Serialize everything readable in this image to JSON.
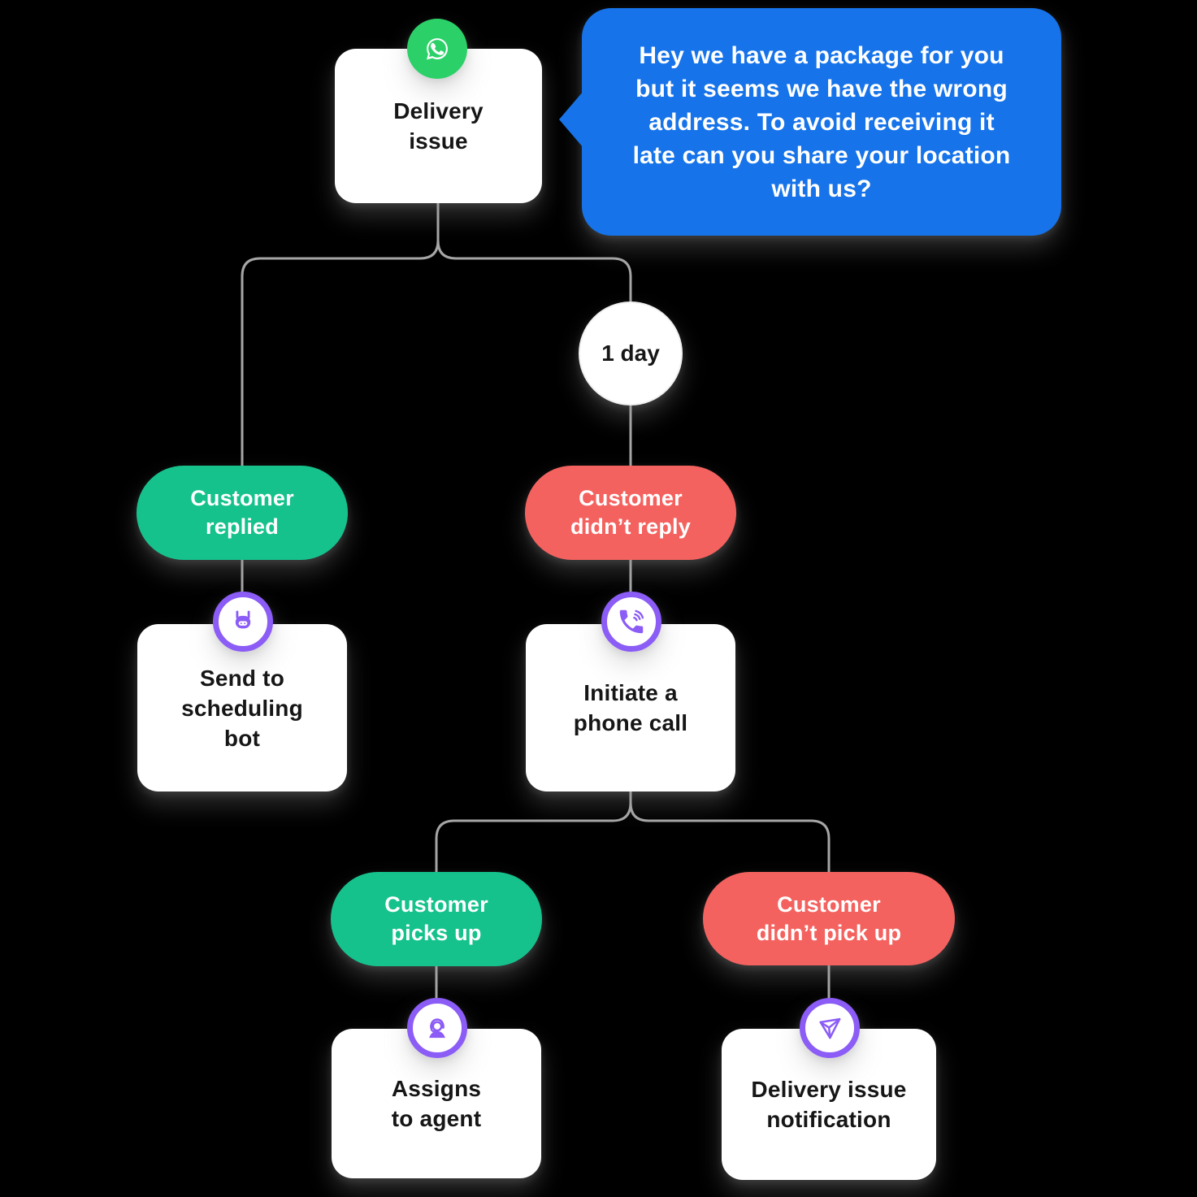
{
  "colors": {
    "background": "#000000",
    "bubble_blue": "#1673E9",
    "success_green": "#16C28C",
    "fail_red": "#F4625F",
    "whatsapp_green": "#2BD168",
    "icon_purple": "#8B5CF6",
    "connector_gray": "#A6A6A6",
    "card_white": "#FFFFFF",
    "text_dark": "#161616"
  },
  "diagram": {
    "root": {
      "label": "Delivery\nissue",
      "icon": "whatsapp-icon"
    },
    "message_bubble": {
      "text": "Hey we have a package for you\nbut it seems we have the wrong\naddress. To avoid receiving it\nlate can you share your location\nwith us?"
    },
    "timer": {
      "label": "1 day"
    },
    "branch_replied": {
      "condition": "Customer\nreplied",
      "action": "Send to\nscheduling\nbot",
      "action_icon": "bot-icon"
    },
    "branch_no_reply": {
      "condition": "Customer\ndidn’t reply",
      "action": "Initiate a\nphone call",
      "action_icon": "phone-call-icon"
    },
    "branch_picks_up": {
      "condition": "Customer\npicks up",
      "action": "Assigns\nto agent",
      "action_icon": "support-agent-icon"
    },
    "branch_no_pickup": {
      "condition": "Customer\ndidn’t pick up",
      "action": "Delivery issue\nnotification",
      "action_icon": "send-plane-icon"
    }
  }
}
